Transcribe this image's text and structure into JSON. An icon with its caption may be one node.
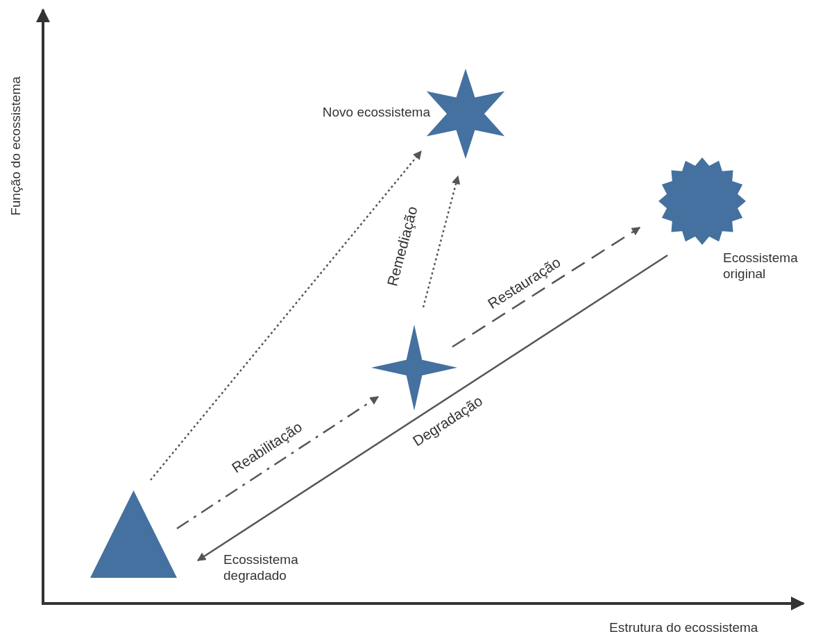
{
  "diagram": {
    "nodes": [
      {
        "text": [],
        "shape": "triangle",
        "beside": [
          "Ecossistema degradado"
        ]
      },
      {
        "text": [],
        "shape": "star"
      },
      {
        "text": [],
        "shape": "star",
        "beside": [
          "Novo ecossistema"
        ]
      },
      {
        "text": [],
        "shape": "starburst",
        "beside": [
          "Ecossistema original"
        ]
      }
    ],
    "edges": [
      {
        "from": 0,
        "to": 2,
        "arrow": "to",
        "style": "dashed"
      },
      {
        "from": 1,
        "to": 2,
        "arrow": "to",
        "style": "dashed",
        "label": "Remediação"
      },
      {
        "from": 0,
        "to": 1,
        "arrow": "to",
        "style": "dashed",
        "label": "Reabilitação"
      },
      {
        "from": 1,
        "to": 3,
        "arrow": "to",
        "style": "dashed",
        "label": "Restauração"
      },
      {
        "from": 3,
        "to": 0,
        "arrow": "to",
        "label": "Degradação"
      }
    ],
    "labels": [
      "Função do ecossistema",
      "Estrutura do ecossistema"
    ]
  }
}
